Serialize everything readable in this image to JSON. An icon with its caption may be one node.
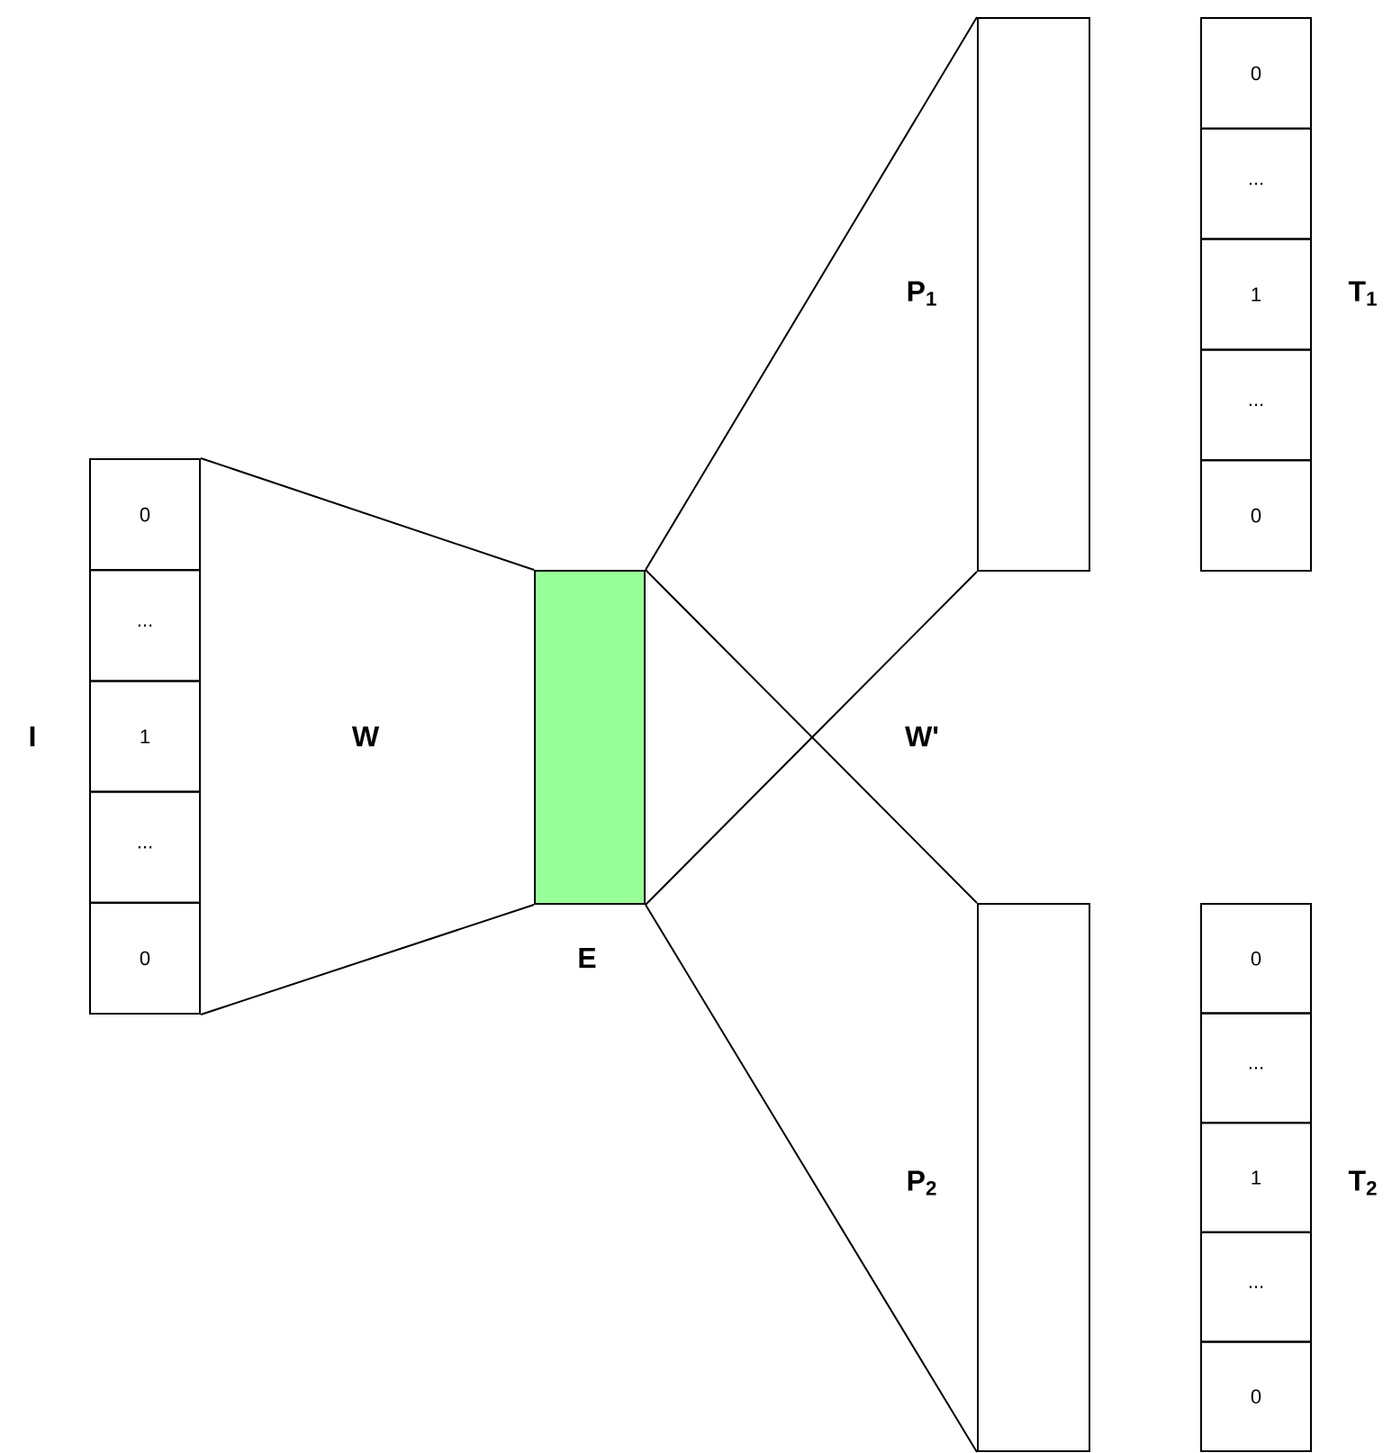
{
  "diagram": {
    "nodes": [
      {
        "text": [],
        "shape": "box",
        "beside": [
          "I"
        ]
      },
      {
        "text": [
          "0"
        ],
        "in": 0
      },
      {
        "text": [
          "..."
        ],
        "in": 0
      },
      {
        "text": [
          "1"
        ],
        "in": 0
      },
      {
        "text": [
          "..."
        ],
        "in": 0
      },
      {
        "text": [
          "0"
        ],
        "in": 0
      },
      {
        "text": [
          "E"
        ]
      },
      {
        "text": [],
        "shape": "box",
        "beside": [
          "P$_{1}$"
        ]
      },
      {
        "text": [],
        "shape": "box",
        "beside": [
          "T$_{1}$"
        ]
      },
      {
        "text": [
          "0"
        ],
        "in": 8
      },
      {
        "text": [
          "..."
        ],
        "in": 8
      },
      {
        "text": [
          "1"
        ],
        "in": 8
      },
      {
        "text": [
          "..."
        ],
        "in": 8
      },
      {
        "text": [
          "0"
        ],
        "in": 8
      },
      {
        "text": [],
        "shape": "box",
        "beside": [
          "P$_{2}$"
        ]
      },
      {
        "text": [],
        "shape": "box",
        "beside": [
          "T$_{2}$"
        ]
      },
      {
        "text": [
          "0"
        ],
        "in": 15
      },
      {
        "text": [
          "..."
        ],
        "in": 15
      },
      {
        "text": [
          "1"
        ],
        "in": 15
      },
      {
        "text": [
          "..."
        ],
        "in": 15
      },
      {
        "text": [
          "0"
        ],
        "in": 15
      }
    ],
    "edges": [
      {
        "from": 0,
        "to": 6,
        "arrow": "none"
      },
      {
        "from": 0,
        "to": 6,
        "arrow": "none"
      },
      {
        "from": 6,
        "to": 7,
        "arrow": "none"
      },
      {
        "from": 6,
        "to": 7,
        "arrow": "none"
      },
      {
        "from": 6,
        "to": 14,
        "arrow": "none"
      },
      {
        "from": 6,
        "to": 14,
        "arrow": "none"
      }
    ],
    "labels": [
      "W",
      "W'"
    ]
  }
}
